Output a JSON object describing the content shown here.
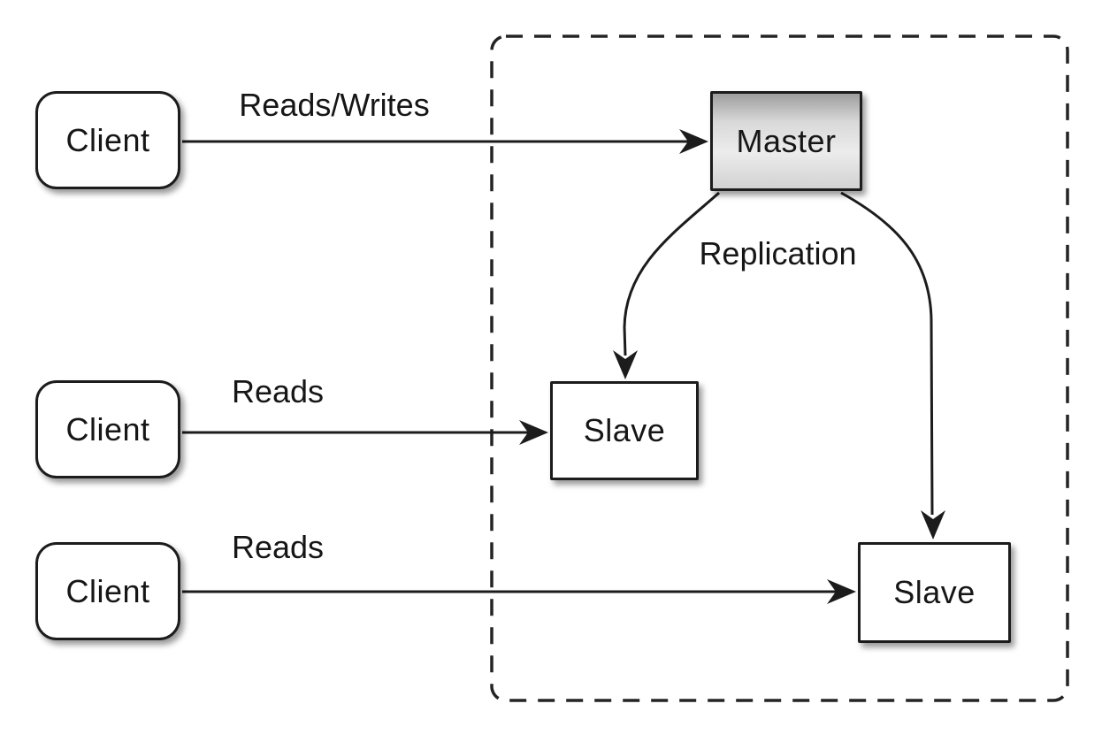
{
  "diagram": {
    "type": "master-slave-replication-topology",
    "nodes": {
      "client_top": {
        "label": "Client"
      },
      "client_middle": {
        "label": "Client"
      },
      "client_bottom": {
        "label": "Client"
      },
      "master": {
        "label": "Master"
      },
      "slave_left": {
        "label": "Slave"
      },
      "slave_right": {
        "label": "Slave"
      }
    },
    "edge_labels": {
      "reads_writes": "Reads/Writes",
      "reads_middle": "Reads",
      "reads_bottom": "Reads",
      "replication": "Replication"
    },
    "edges": [
      {
        "from": "client_top",
        "to": "master",
        "label": "Reads/Writes"
      },
      {
        "from": "client_middle",
        "to": "slave_left",
        "label": "Reads"
      },
      {
        "from": "client_bottom",
        "to": "slave_right",
        "label": "Reads"
      },
      {
        "from": "master",
        "to": "slave_left",
        "label": "Replication"
      },
      {
        "from": "master",
        "to": "slave_right",
        "label": "Replication"
      }
    ],
    "colors": {
      "background": "#ffffff",
      "line": "#1c1c1c",
      "box_border": "#1c1c1c",
      "box_fill": "#ffffff",
      "master_gradient_top": "#9e9e9e",
      "master_gradient_bottom": "#d2d2d2",
      "text": "#161616"
    }
  }
}
